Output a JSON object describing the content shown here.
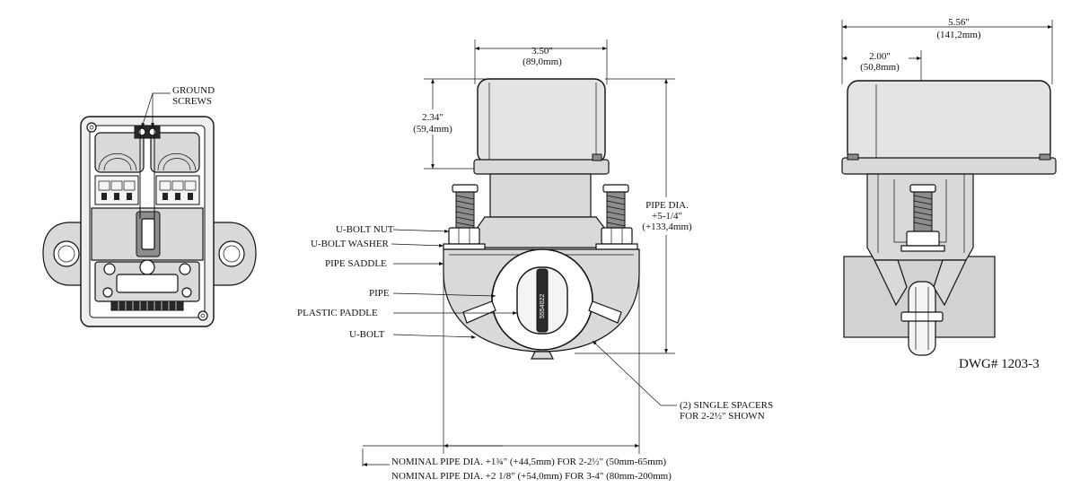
{
  "labels": {
    "ground_screws_1": "GROUND",
    "ground_screws_2": "SCREWS",
    "dim_350": "3.50\"",
    "dim_350_mm": "(89,0mm)",
    "dim_234": "2.34\"",
    "dim_234_mm": "(59,4mm)",
    "pipe_dia_1": "PIPE DIA.",
    "pipe_dia_2": "+5-1/4\"",
    "pipe_dia_3": "(+133,4mm)",
    "ubolt_nut": "U-BOLT NUT",
    "ubolt_washer": "U-BOLT WASHER",
    "pipe_saddle": "PIPE SADDLE",
    "pipe": "PIPE",
    "plastic_paddle": "PLASTIC PADDLE",
    "ubolt": "U-BOLT",
    "spacers_1": "(2) SINGLE SPACERS",
    "spacers_2": "FOR 2-2½\" SHOWN",
    "nominal_1": "NOMINAL PIPE DIA.  +1¾\" (+44,5mm) FOR 2-2½\" (50mm-65mm)",
    "nominal_2": "NOMINAL PIPE DIA. +2 1/8\" (+54,0mm) FOR 3-4\" (80mm-200mm)",
    "dim_556": "5.56\"",
    "dim_556_mm": "(141,2mm)",
    "dim_200": "2.00\"",
    "dim_200_mm": "(50,8mm)",
    "dwg_number": "DWG# 1203-3",
    "paddle_code": "5554022"
  }
}
